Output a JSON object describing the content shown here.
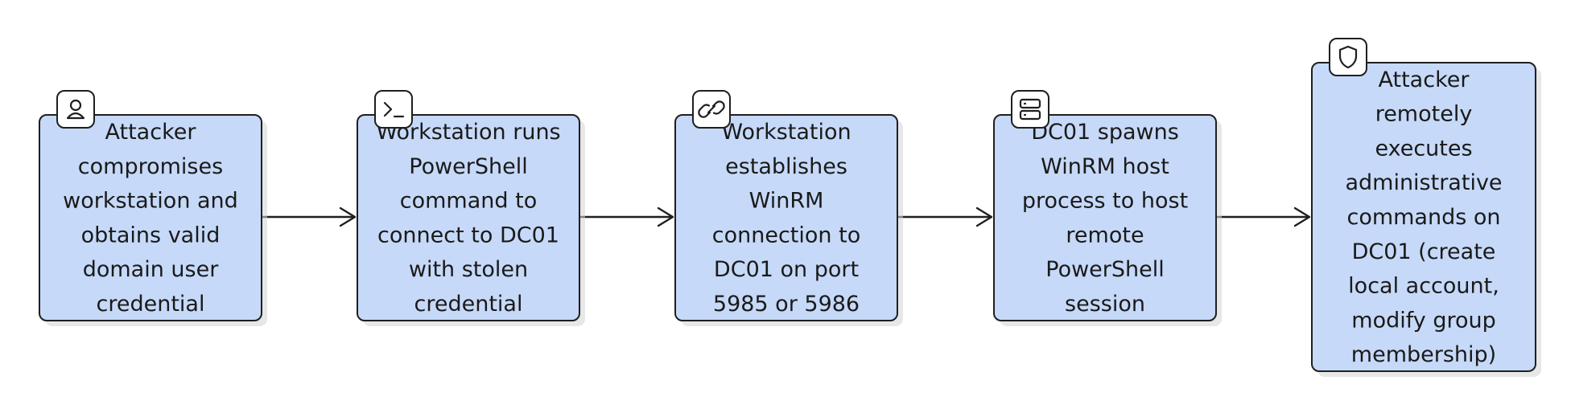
{
  "diagram": {
    "type": "flowchart",
    "direction": "left-to-right",
    "colors": {
      "node_fill": "#c6d9f8",
      "node_stroke": "#1f1f1f",
      "icon_badge_fill": "#ffffff",
      "edge": "#1f1f1f"
    },
    "nodes": [
      {
        "id": "step1",
        "icon": "user-icon",
        "lines": [
          "Attacker",
          "compromises",
          "workstation and",
          "obtains valid",
          "domain user",
          "credential"
        ]
      },
      {
        "id": "step2",
        "icon": "terminal-icon",
        "lines": [
          "Workstation runs",
          "PowerShell",
          "command to",
          "connect to DC01",
          "with stolen",
          "credential"
        ]
      },
      {
        "id": "step3",
        "icon": "link-icon",
        "lines": [
          "Workstation",
          "establishes",
          "WinRM",
          "connection to",
          "DC01 on port",
          "5985 or 5986"
        ]
      },
      {
        "id": "step4",
        "icon": "server-icon",
        "lines": [
          "DC01 spawns",
          "WinRM host",
          "process to host",
          "remote",
          "PowerShell",
          "session"
        ]
      },
      {
        "id": "step5",
        "icon": "shield-icon",
        "lines": [
          "Attacker",
          "remotely",
          "executes",
          "administrative",
          "commands on",
          "DC01 (create",
          "local account,",
          "modify group",
          "membership)"
        ]
      }
    ],
    "edges": [
      {
        "from": "step1",
        "to": "step2"
      },
      {
        "from": "step2",
        "to": "step3"
      },
      {
        "from": "step3",
        "to": "step4"
      },
      {
        "from": "step4",
        "to": "step5"
      }
    ]
  }
}
